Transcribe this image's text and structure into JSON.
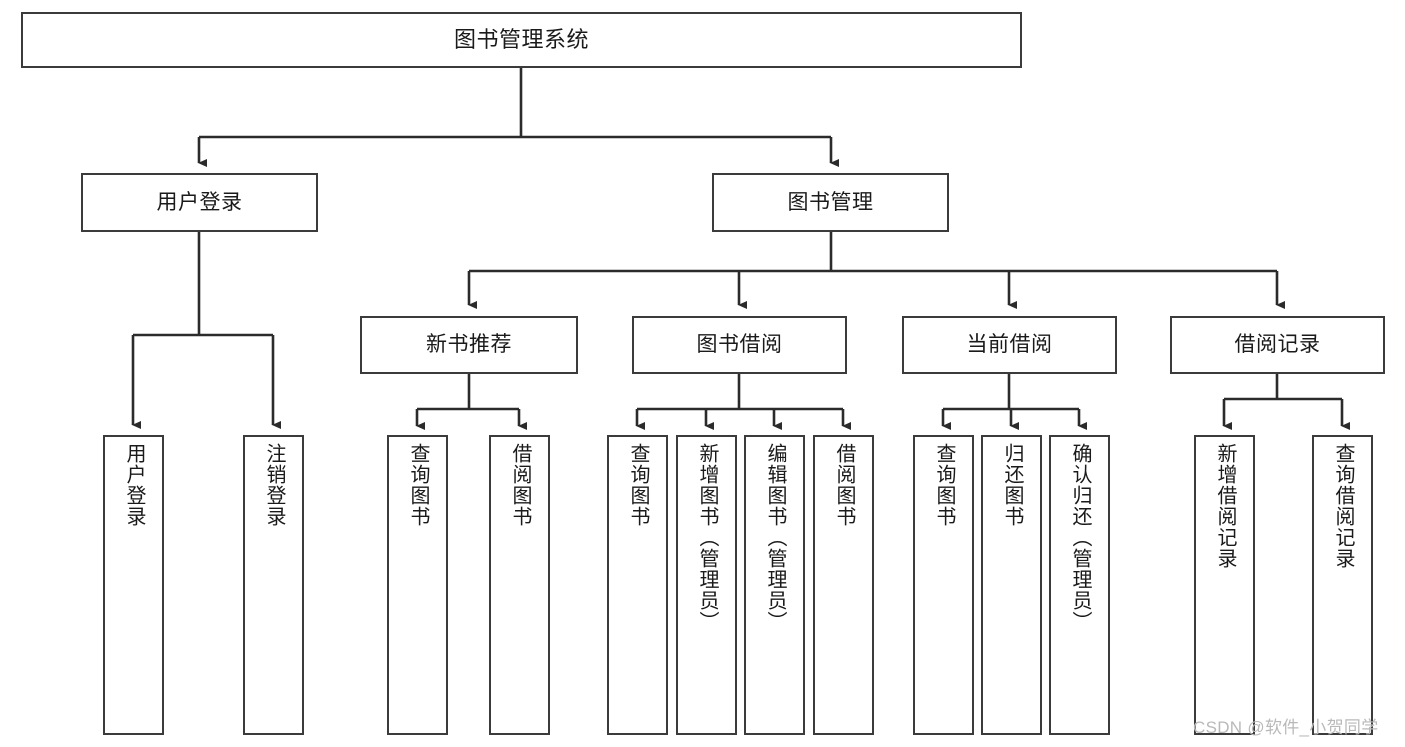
{
  "diagram": {
    "title": "图书管理系统",
    "type": "tree-hierarchy-chart",
    "watermark": "CSDN @软件_小贺同学",
    "colors": {
      "box_border": "#3b3b3b",
      "box_fill": "#ffffff",
      "edge": "#2b2b2b",
      "text": "#1a1a1a",
      "watermark": "#b9b9b9",
      "background": "#ffffff"
    },
    "root": {
      "label": "图书管理系统"
    },
    "level2": [
      {
        "id": "user-login",
        "label": "用户登录"
      },
      {
        "id": "book-management",
        "label": "图书管理"
      }
    ],
    "level3": [
      {
        "id": "new-book-recommend",
        "label": "新书推荐",
        "parent": "book-management"
      },
      {
        "id": "book-borrow",
        "label": "图书借阅",
        "parent": "book-management"
      },
      {
        "id": "current-borrow",
        "label": "当前借阅",
        "parent": "book-management"
      },
      {
        "id": "borrow-record",
        "label": "借阅记录",
        "parent": "book-management"
      }
    ],
    "leaves": [
      {
        "id": "leaf-user-login",
        "label": "用户登录",
        "parent": "user-login"
      },
      {
        "id": "leaf-logout-login",
        "label": "注销登录",
        "parent": "user-login"
      },
      {
        "id": "leaf-query-book-1",
        "label": "查询图书",
        "parent": "new-book-recommend"
      },
      {
        "id": "leaf-borrow-book-1",
        "label": "借阅图书",
        "parent": "new-book-recommend"
      },
      {
        "id": "leaf-query-book-2",
        "label": "查询图书",
        "parent": "book-borrow"
      },
      {
        "id": "leaf-add-book",
        "label": "新增图书（管理员）",
        "parent": "book-borrow"
      },
      {
        "id": "leaf-edit-book",
        "label": "编辑图书（管理员）",
        "parent": "book-borrow"
      },
      {
        "id": "leaf-borrow-book-2",
        "label": "借阅图书",
        "parent": "book-borrow"
      },
      {
        "id": "leaf-query-book-3",
        "label": "查询图书",
        "parent": "current-borrow"
      },
      {
        "id": "leaf-return-book",
        "label": "归还图书",
        "parent": "current-borrow"
      },
      {
        "id": "leaf-confirm-return",
        "label": "确认归还（管理员）",
        "parent": "current-borrow"
      },
      {
        "id": "leaf-add-record",
        "label": "新增借阅记录",
        "parent": "borrow-record"
      },
      {
        "id": "leaf-query-record",
        "label": "查询借阅记录",
        "parent": "borrow-record"
      }
    ]
  }
}
